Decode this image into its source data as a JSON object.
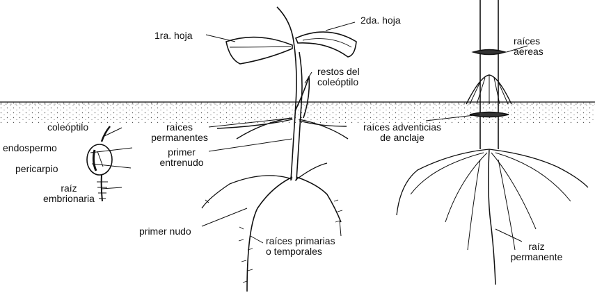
{
  "labels": {
    "primera_hoja": "1ra. hoja",
    "segunda_hoja": "2da. hoja",
    "raices_aereas_1": "raíces",
    "raices_aereas_2": "aereas",
    "restos_coleoptilo_1": "restos del",
    "restos_coleoptilo_2": "coleóptilo",
    "coleoptilo": "coleóptilo",
    "endospermo": "endospermo",
    "pericarpio": "pericarpio",
    "raiz_embrionaria_1": "raíz",
    "raiz_embrionaria_2": "embrionaria",
    "raices_permanentes_1": "raíces",
    "raices_permanentes_2": "permanentes",
    "primer_entrenudo_1": "primer",
    "primer_entrenudo_2": "entrenudo",
    "primer_nudo": "primer nudo",
    "raices_primarias_1": "raíces primarias",
    "raices_primarias_2": "o temporales",
    "raices_adventicias_1": "raíces adventicias",
    "raices_adventicias_2": "de anclaje",
    "raiz_permanente_1": "raíz",
    "raiz_permanente_2": "permanente"
  }
}
